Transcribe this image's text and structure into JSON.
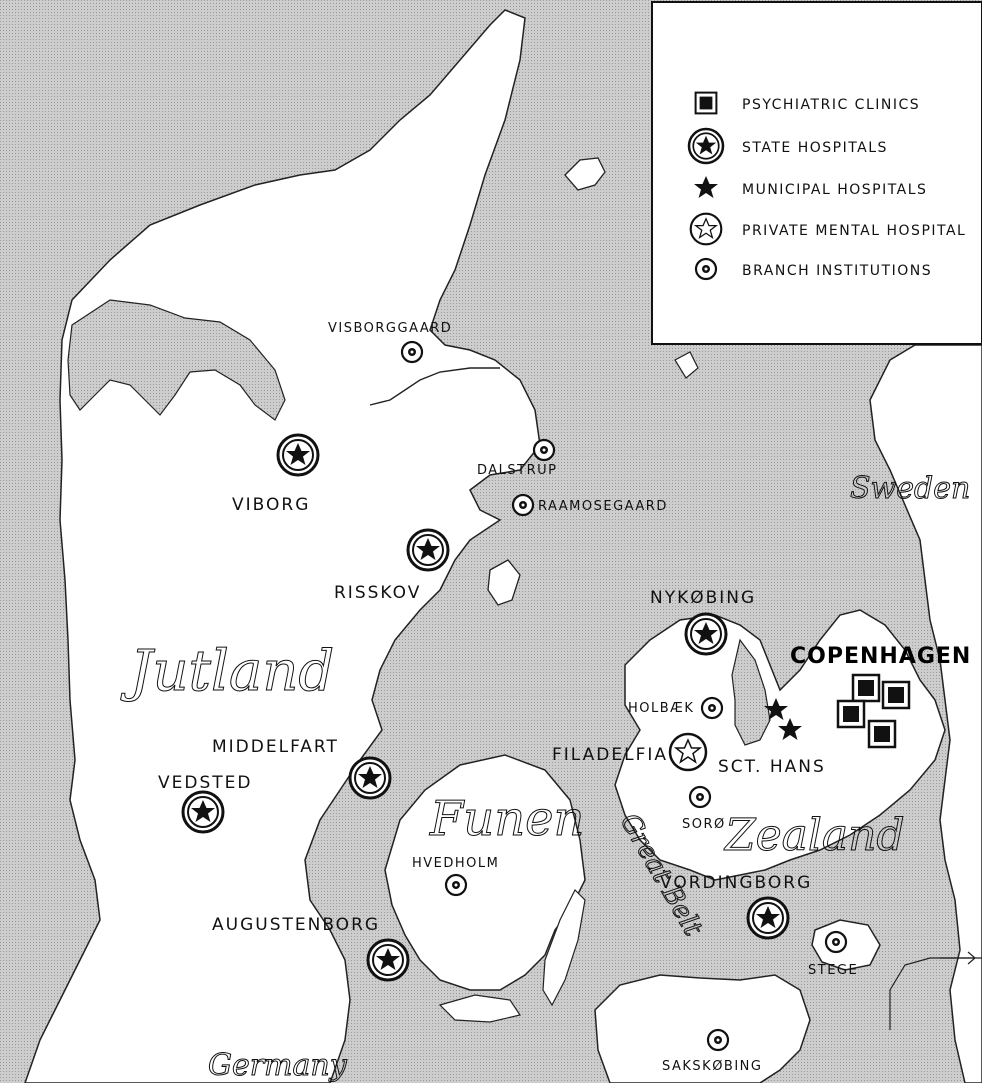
{
  "legend": {
    "items": [
      {
        "symbol": "psychiatric-clinic",
        "label": "PSYCHIATRIC CLINICS"
      },
      {
        "symbol": "state-hospital",
        "label": "STATE HOSPITALS"
      },
      {
        "symbol": "municipal-hospital",
        "label": "MUNICIPAL HOSPITALS"
      },
      {
        "symbol": "private-hospital",
        "label": "PRIVATE MENTAL HOSPITAL"
      },
      {
        "symbol": "branch-institution",
        "label": "BRANCH INSTITUTIONS"
      }
    ]
  },
  "regions": {
    "jutland": "Jutland",
    "funen": "Funen",
    "zealand": "Zealand",
    "sweden": "Sweden",
    "germany": "Germany",
    "great_belt": "Great Belt"
  },
  "places": {
    "visborggaard": "VISBORGGAARD",
    "viborg": "VIBORG",
    "dalstrup": "DALSTRUP",
    "raamosegaard": "RAAMOSEGAARD",
    "risskov": "RISSKOV",
    "nykobing": "NYKØBING",
    "copenhagen": "COPENHAGEN",
    "holbaek": "HOLBÆK",
    "filadelfia": "FILADELFIA",
    "sct_hans": "SCT. HANS",
    "middelfart": "MIDDELFART",
    "vedsted": "VEDSTED",
    "soro": "SORØ",
    "hvedholm": "HVEDHOLM",
    "vordingborg": "VORDINGBORG",
    "augustenborg": "AUGUSTENBORG",
    "stege": "STEGE",
    "sakskobing": "SAKSKØBING"
  },
  "colors": {
    "sea": "#c9c9c9",
    "land": "#ffffff",
    "ink": "#111111"
  }
}
